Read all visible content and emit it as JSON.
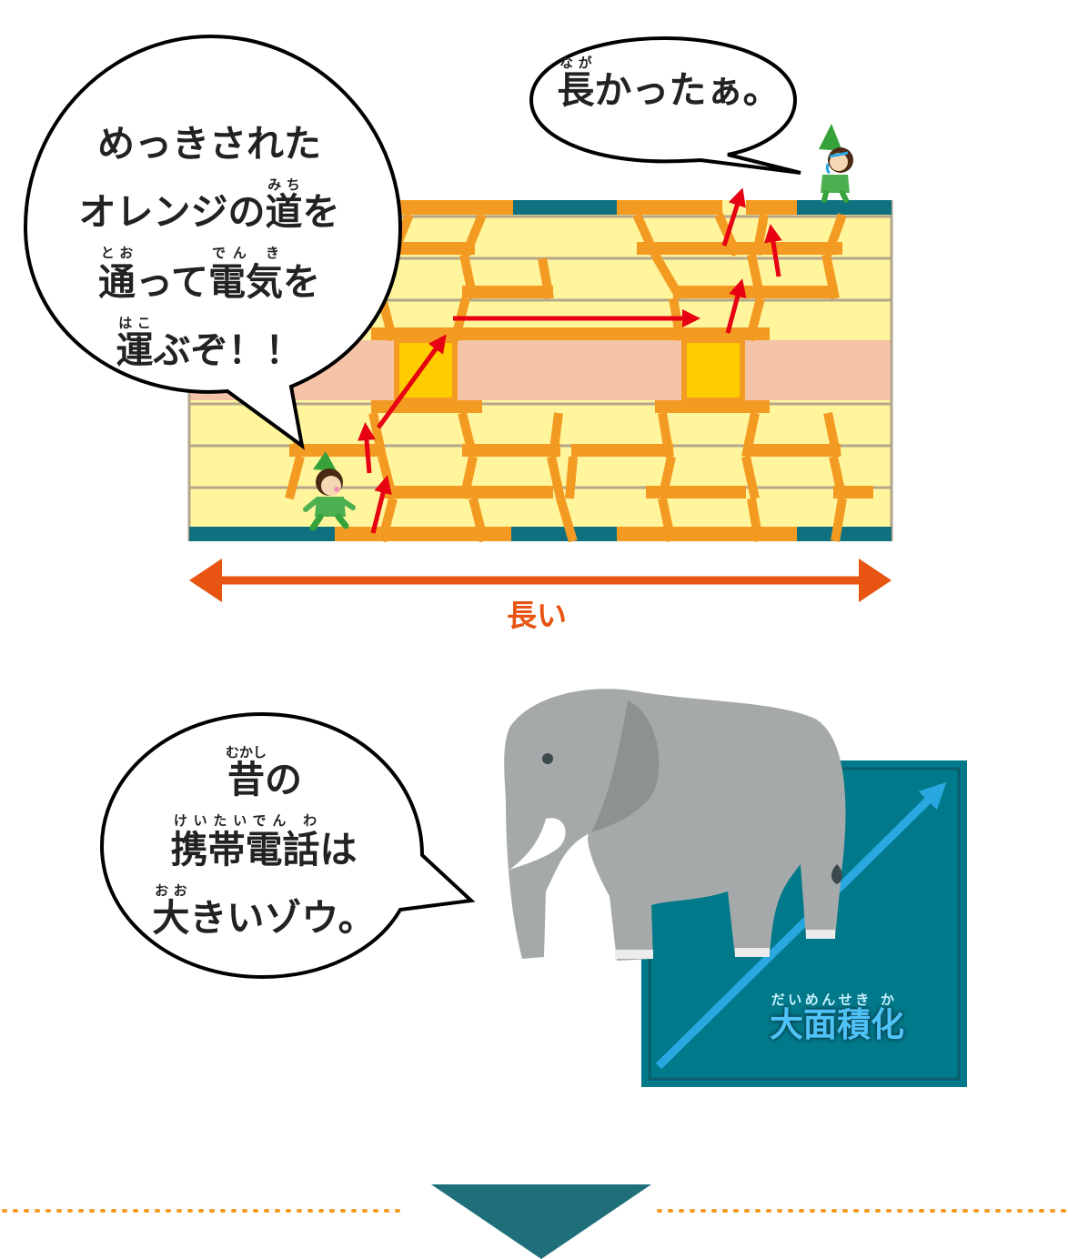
{
  "bubbles": {
    "first": {
      "lines": [
        [
          {
            "t": "めっきされた"
          }
        ],
        [
          {
            "t": "オレンジの"
          },
          {
            "t": "道",
            "r": "みち"
          },
          {
            "t": "を"
          }
        ],
        [
          {
            "t": "通",
            "r": "とお"
          },
          {
            "t": "って"
          },
          {
            "t": "電気",
            "r": "でん き"
          },
          {
            "t": "を"
          }
        ],
        [
          {
            "t": "運",
            "r": "はこ"
          },
          {
            "t": "ぶぞ！！"
          }
        ]
      ]
    },
    "second": {
      "lines": [
        [
          {
            "t": "長",
            "r": "なが"
          },
          {
            "t": "かったぁ。"
          }
        ]
      ]
    },
    "third": {
      "lines": [
        [
          {
            "t": "昔",
            "r": "むかし"
          },
          {
            "t": "の"
          }
        ],
        [
          {
            "t": "携帯電話",
            "r": "けいたいでん わ"
          },
          {
            "t": "は"
          }
        ],
        [
          {
            "t": "大",
            "r": "おお"
          },
          {
            "t": "きいゾウ。"
          }
        ]
      ]
    }
  },
  "labels": {
    "long": "長い",
    "large_area": [
      {
        "t": "大",
        "r": "だい"
      },
      {
        "t": "面",
        "r": "めん"
      },
      {
        "t": "積",
        "r": "せき"
      },
      {
        "t": "化",
        "r": "か"
      }
    ]
  },
  "colors": {
    "substrate_yellow": "#fff59d",
    "copper_orange": "#f39a22",
    "core_pink": "#f5c4a8",
    "via_fill": "#ffcc00",
    "pad_teal": "#0f7080",
    "arrow_red": "#e60012",
    "long_arrow": "#e85412",
    "board_teal": "#007a8a",
    "trend_blue": "#29a7e0",
    "elephant_gray": "#a6a9aa",
    "down_arrow": "#1e6f7a"
  }
}
